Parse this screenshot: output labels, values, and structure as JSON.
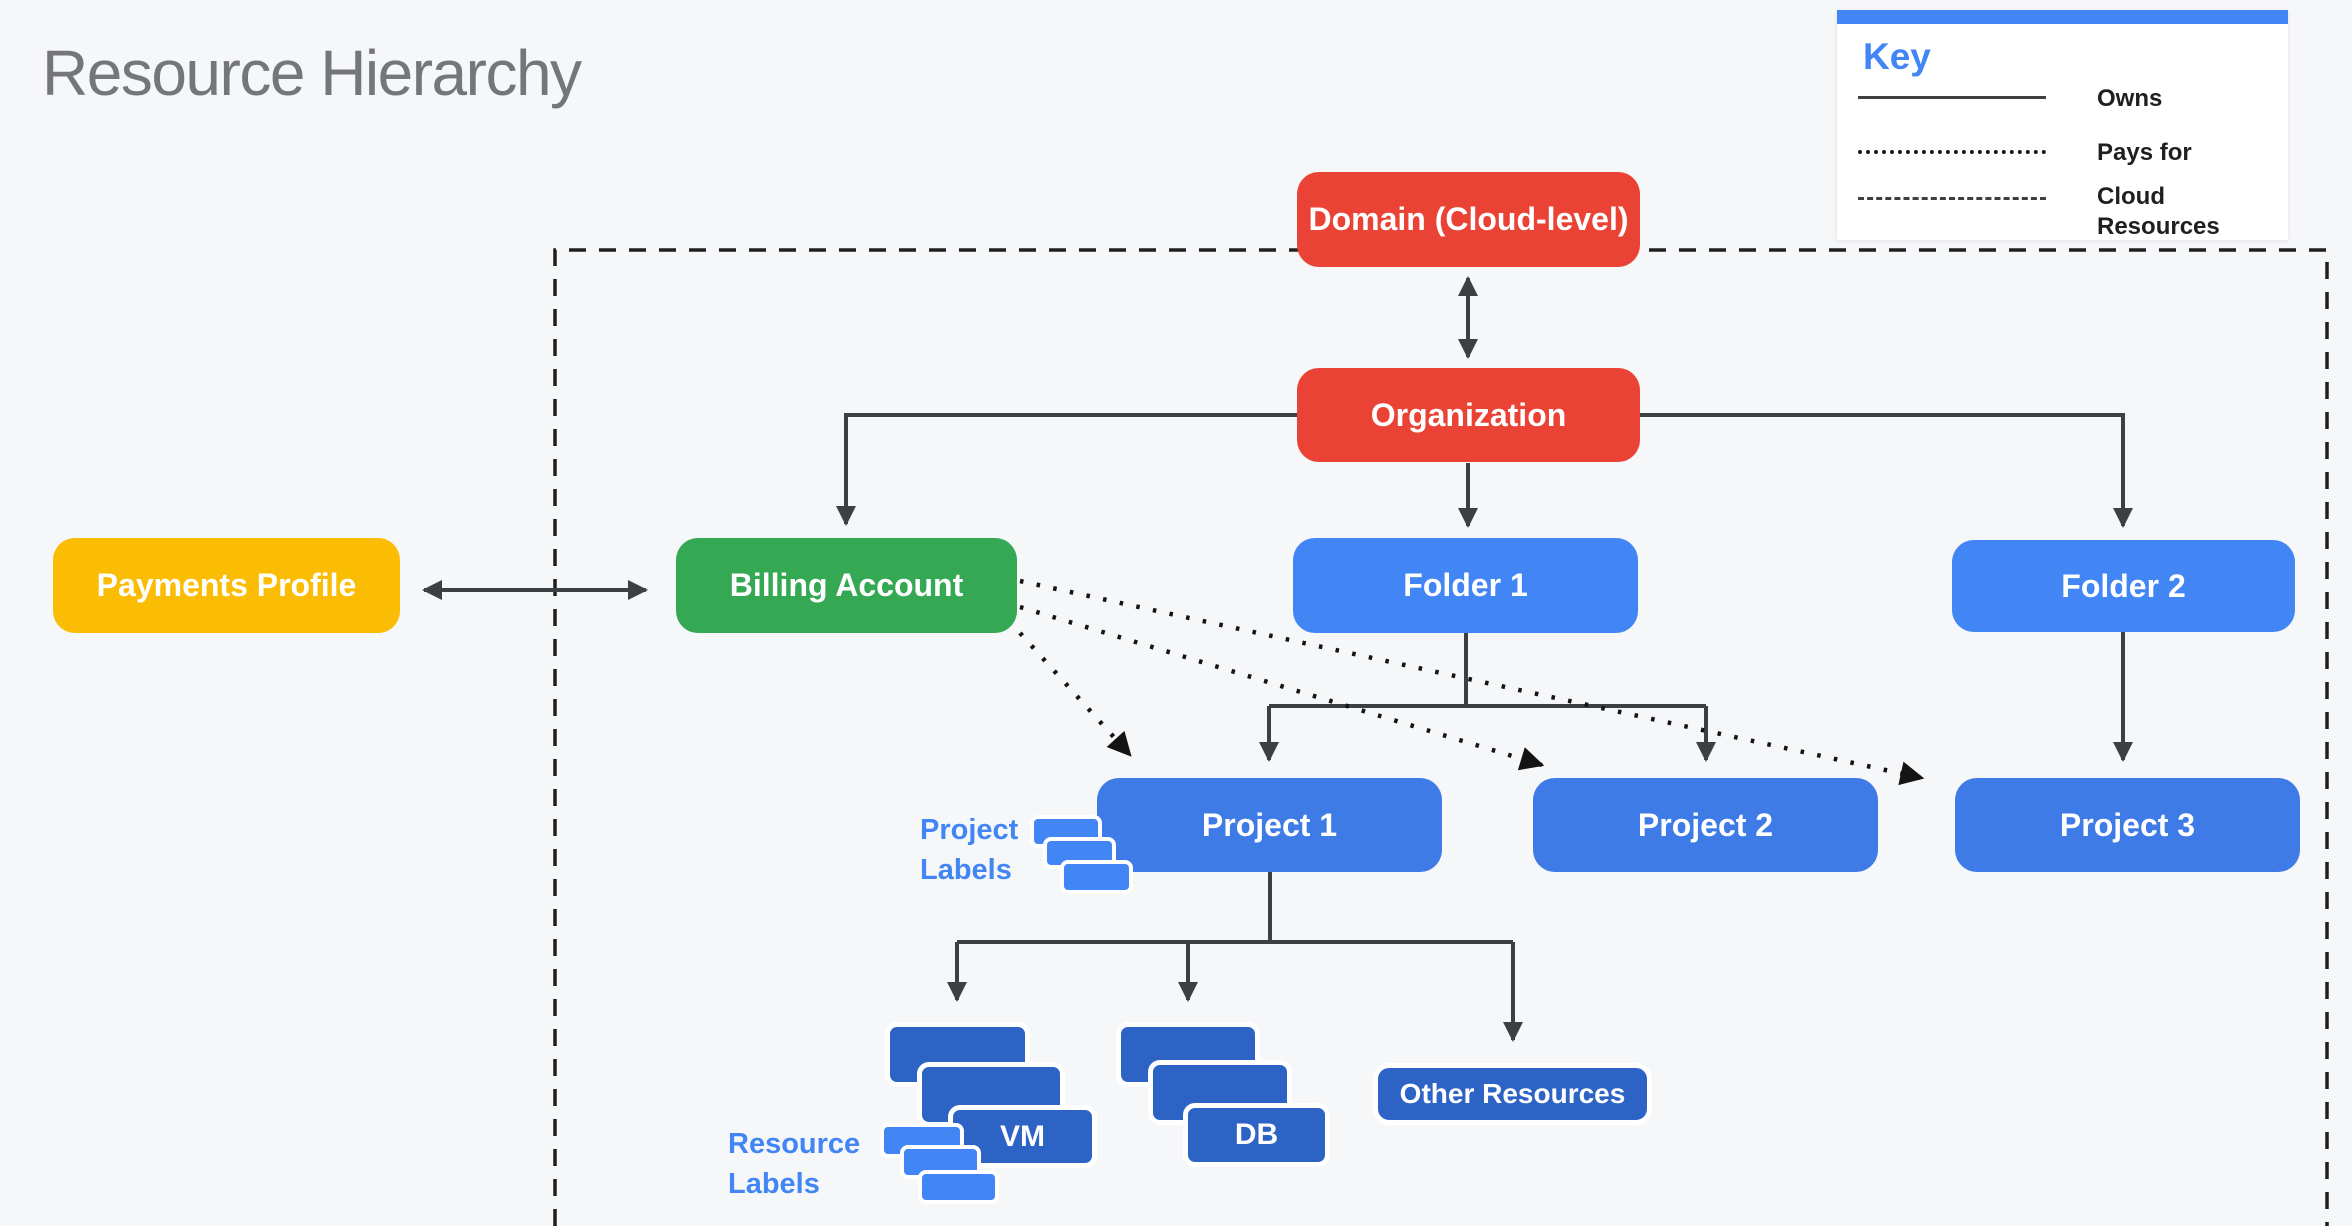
{
  "title": "Resource Hierarchy",
  "legend": {
    "title": "Key",
    "items": [
      {
        "label": "Owns",
        "line_style": "solid"
      },
      {
        "label": "Pays for",
        "line_style": "dotted"
      },
      {
        "label": "Cloud Resources",
        "line_style": "dashed"
      }
    ]
  },
  "nodes": {
    "domain": {
      "label": "Domain (Cloud-level)",
      "color": "#EA4335"
    },
    "organization": {
      "label": "Organization",
      "color": "#EA4335"
    },
    "payments_profile": {
      "label": "Payments Profile",
      "color": "#FBBC04"
    },
    "billing_account": {
      "label": "Billing Account",
      "color": "#34A853"
    },
    "folder1": {
      "label": "Folder 1",
      "color": "#4285F4"
    },
    "folder2": {
      "label": "Folder 2",
      "color": "#4285F4"
    },
    "project1": {
      "label": "Project 1",
      "color": "#3E7BE6"
    },
    "project2": {
      "label": "Project 2",
      "color": "#3E7BE6"
    },
    "project3": {
      "label": "Project 3",
      "color": "#3E7BE6"
    },
    "vm": {
      "label": "VM",
      "color": "#2E63C6"
    },
    "db": {
      "label": "DB",
      "color": "#2E63C6"
    },
    "other_resources": {
      "label": "Other Resources",
      "color": "#2E63C6"
    }
  },
  "annotations": {
    "project_labels": "Project Labels",
    "resource_labels": "Resource Labels"
  },
  "relationships": [
    {
      "from": "domain",
      "to": "organization",
      "type": "owns",
      "bidirectional": true
    },
    {
      "from": "payments_profile",
      "to": "billing_account",
      "type": "owns",
      "bidirectional": true
    },
    {
      "from": "organization",
      "to": "billing_account",
      "type": "owns"
    },
    {
      "from": "organization",
      "to": "folder1",
      "type": "owns"
    },
    {
      "from": "organization",
      "to": "folder2",
      "type": "owns"
    },
    {
      "from": "folder1",
      "to": "project1",
      "type": "owns"
    },
    {
      "from": "folder1",
      "to": "project2",
      "type": "owns"
    },
    {
      "from": "folder2",
      "to": "project3",
      "type": "owns"
    },
    {
      "from": "project1",
      "to": "vm",
      "type": "owns"
    },
    {
      "from": "project1",
      "to": "db",
      "type": "owns"
    },
    {
      "from": "project1",
      "to": "other_resources",
      "type": "owns"
    },
    {
      "from": "billing_account",
      "to": "project1",
      "type": "pays_for"
    },
    {
      "from": "billing_account",
      "to": "project2",
      "type": "pays_for"
    },
    {
      "from": "billing_account",
      "to": "project3",
      "type": "pays_for"
    }
  ],
  "colors": {
    "background": "#F6F7F9",
    "red": "#EA4335",
    "green": "#34A853",
    "yellow": "#FBBC04",
    "folder_blue": "#4285F4",
    "project_blue": "#3E7BE6",
    "resource_blue": "#2E63C6",
    "label_blue": "#4285F4",
    "line_gray": "#3C4043",
    "dash_black": "#1A1A1A",
    "title_gray": "#75767A",
    "legend_text": "#1F1F1F",
    "key_bar_blue": "#4285F4"
  }
}
